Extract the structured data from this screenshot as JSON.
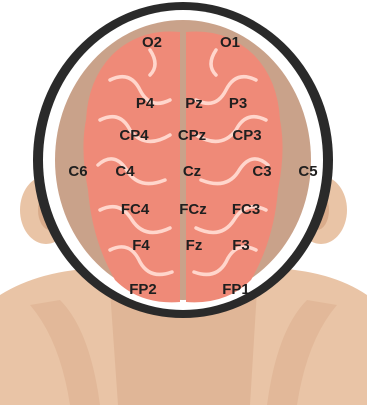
{
  "diagram": {
    "colors": {
      "background": "#ffffff",
      "skin": "#e9c4a6",
      "skin_shadow": "#d9ab8a",
      "hair": "#2a2a2a",
      "scalp": "#ffffff",
      "skull_inner": "#c9a28a",
      "brain": "#ef8a78",
      "brain_fold": "#ffd6cc",
      "label": "#1f1f1f"
    },
    "electrodes": {
      "o2": "O2",
      "o1": "O1",
      "p4": "P4",
      "pz": "Pz",
      "p3": "P3",
      "cp4": "CP4",
      "cpz": "CPz",
      "cp3": "CP3",
      "c6": "C6",
      "c4": "C4",
      "cz": "Cz",
      "c3": "C3",
      "c5": "C5",
      "fc4": "FC4",
      "fcz": "FCz",
      "fc3": "FC3",
      "f4": "F4",
      "fz": "Fz",
      "f3": "F3",
      "fp2": "FP2",
      "fp1": "FP1"
    }
  }
}
